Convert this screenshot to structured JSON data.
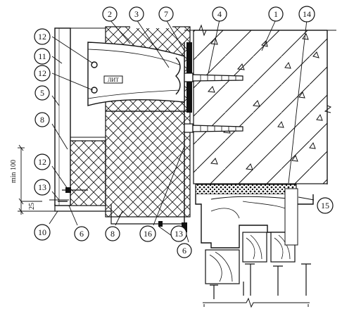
{
  "callouts": {
    "c1": "1",
    "c2": "2",
    "c3": "3",
    "c4": "4",
    "c5": "5",
    "c6a": "6",
    "c6b": "6",
    "c7": "7",
    "c8a": "8",
    "c8b": "8",
    "c10": "10",
    "c11": "11",
    "c12a": "12",
    "c12b": "12",
    "c12c": "12",
    "c13a": "13",
    "c13b": "13",
    "c14": "14",
    "c15": "15",
    "c16": "16"
  },
  "dimensions": {
    "min": "min 100",
    "small": "25"
  },
  "stamp_text": "ЛИТ",
  "colors": {
    "ink": "#111111",
    "paper": "#ffffff"
  }
}
